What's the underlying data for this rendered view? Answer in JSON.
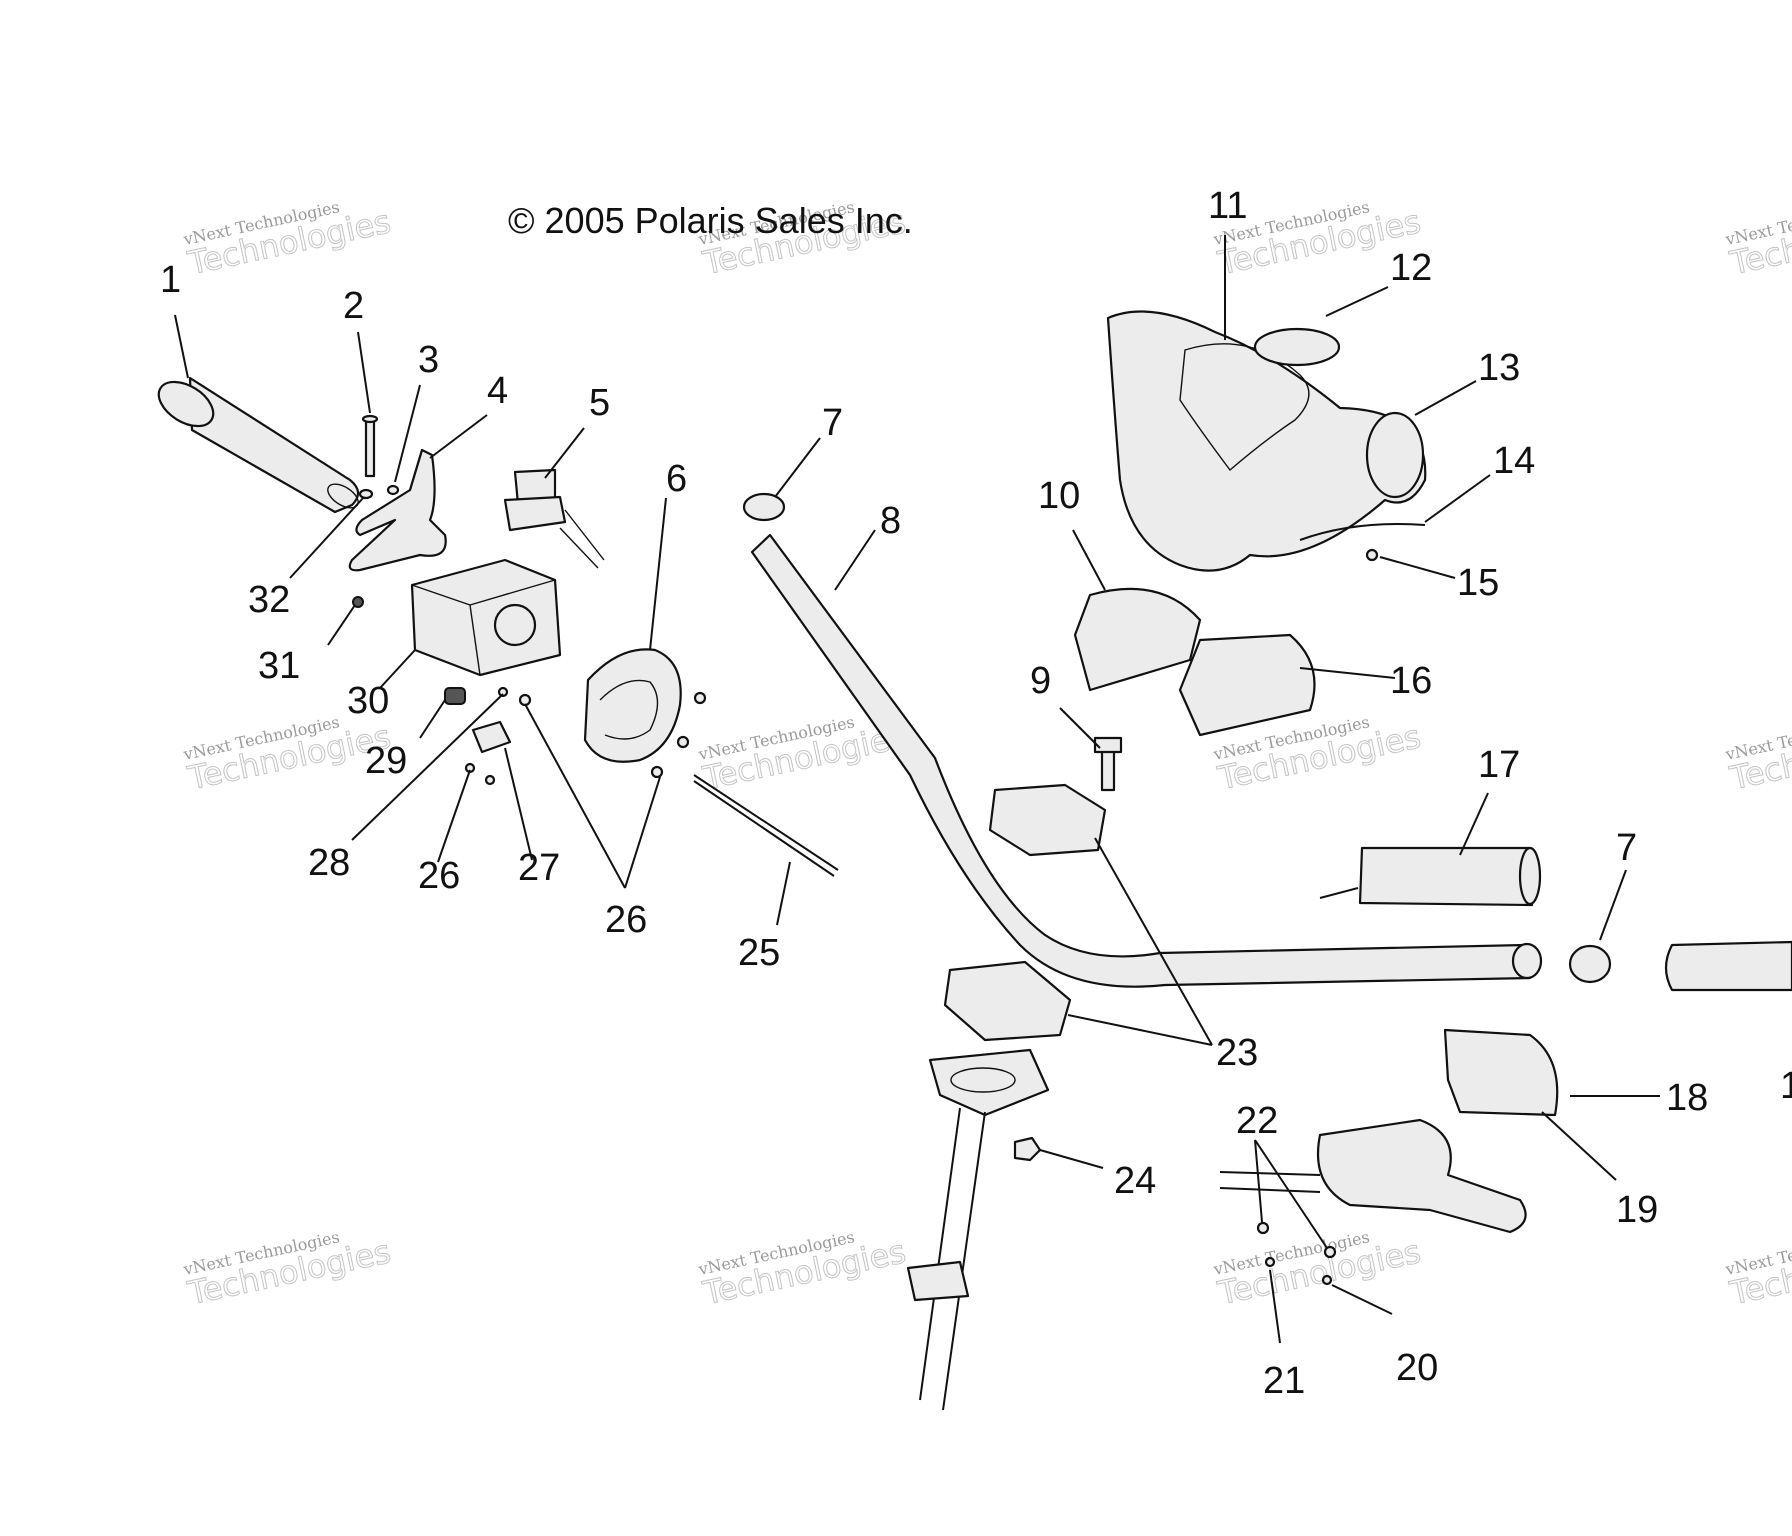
{
  "copyright": "© 2005 Polaris Sales Inc.",
  "watermark": {
    "line1": "vNext Technologies",
    "line2": "Technologies"
  },
  "callouts": [
    {
      "id": "1",
      "text": "1"
    },
    {
      "id": "2",
      "text": "2"
    },
    {
      "id": "3",
      "text": "3"
    },
    {
      "id": "4",
      "text": "4"
    },
    {
      "id": "5",
      "text": "5"
    },
    {
      "id": "6",
      "text": "6"
    },
    {
      "id": "7a",
      "text": "7"
    },
    {
      "id": "8",
      "text": "8"
    },
    {
      "id": "9",
      "text": "9"
    },
    {
      "id": "10",
      "text": "10"
    },
    {
      "id": "11",
      "text": "11"
    },
    {
      "id": "12",
      "text": "12"
    },
    {
      "id": "13",
      "text": "13"
    },
    {
      "id": "14",
      "text": "14"
    },
    {
      "id": "15",
      "text": "15"
    },
    {
      "id": "16",
      "text": "16"
    },
    {
      "id": "17",
      "text": "17"
    },
    {
      "id": "7b",
      "text": "7"
    },
    {
      "id": "18",
      "text": "18"
    },
    {
      "id": "19",
      "text": "19"
    },
    {
      "id": "20",
      "text": "20"
    },
    {
      "id": "21",
      "text": "21"
    },
    {
      "id": "22",
      "text": "22"
    },
    {
      "id": "23",
      "text": "23"
    },
    {
      "id": "24",
      "text": "24"
    },
    {
      "id": "25",
      "text": "25"
    },
    {
      "id": "26a",
      "text": "26"
    },
    {
      "id": "26b",
      "text": "26"
    },
    {
      "id": "27",
      "text": "27"
    },
    {
      "id": "28",
      "text": "28"
    },
    {
      "id": "29",
      "text": "29"
    },
    {
      "id": "30",
      "text": "30"
    },
    {
      "id": "31",
      "text": "31"
    },
    {
      "id": "32",
      "text": "32"
    },
    {
      "id": "1b",
      "text": "1"
    }
  ]
}
